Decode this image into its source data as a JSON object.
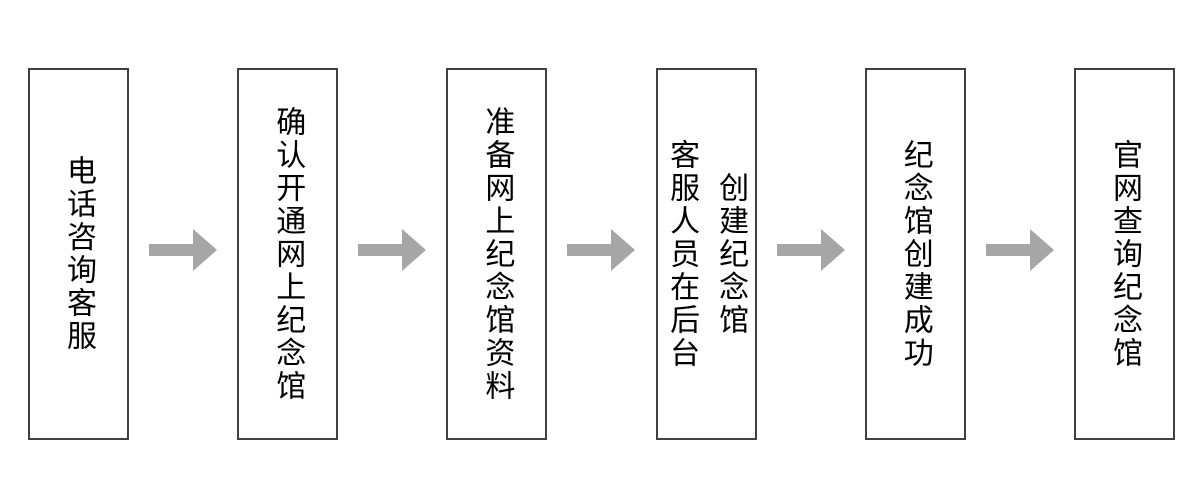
{
  "flowchart": {
    "steps": [
      {
        "label": "电话咨询客服"
      },
      {
        "label": "确认开通网上纪念馆"
      },
      {
        "label": "准备网上纪念馆资料"
      },
      {
        "label": "客服人员在后台\n创建纪念馆"
      },
      {
        "label": "纪念馆创建成功"
      },
      {
        "label": "官网查询纪念馆"
      }
    ],
    "connector_icon": "right-arrow",
    "colors": {
      "background": "#ffffff",
      "box_fill": "#ffffff",
      "box_border": "#404040",
      "text": "#000000",
      "arrow": "#a6a6a6"
    }
  }
}
